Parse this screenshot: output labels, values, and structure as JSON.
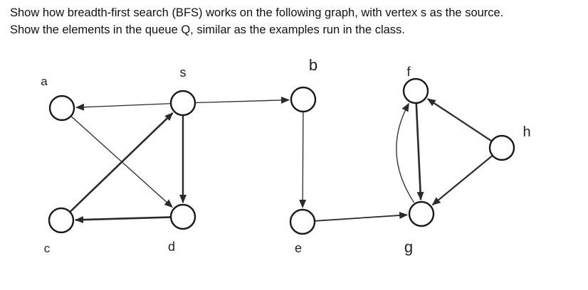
{
  "question": {
    "line1": "Show how breadth-first search (BFS) works on the following graph, with vertex s as the source.",
    "line2": "Show the elements in the queue Q, similar as the examples run in the class."
  },
  "graph": {
    "source": "s",
    "vertices": [
      {
        "id": "a",
        "label": "a",
        "source": false
      },
      {
        "id": "s",
        "label": "s",
        "source": true
      },
      {
        "id": "b",
        "label": "b",
        "source": false
      },
      {
        "id": "f",
        "label": "f",
        "source": false
      },
      {
        "id": "h",
        "label": "h",
        "source": false
      },
      {
        "id": "c",
        "label": "c",
        "source": false
      },
      {
        "id": "d",
        "label": "d",
        "source": false
      },
      {
        "id": "e",
        "label": "e",
        "source": false
      },
      {
        "id": "g",
        "label": "g",
        "source": false
      }
    ],
    "edges": [
      {
        "from": "s",
        "to": "a"
      },
      {
        "from": "s",
        "to": "b"
      },
      {
        "from": "s",
        "to": "d"
      },
      {
        "from": "c",
        "to": "s"
      },
      {
        "from": "a",
        "to": "d"
      },
      {
        "from": "d",
        "to": "c"
      },
      {
        "from": "b",
        "to": "e"
      },
      {
        "from": "e",
        "to": "g"
      },
      {
        "from": "f",
        "to": "g"
      },
      {
        "from": "g",
        "to": "f"
      },
      {
        "from": "h",
        "to": "f"
      },
      {
        "from": "h",
        "to": "g"
      }
    ]
  },
  "colors": {
    "node_stroke": "#1a1a1a",
    "edge": "#2a2a2a",
    "source_fill_pattern": "#111111"
  }
}
